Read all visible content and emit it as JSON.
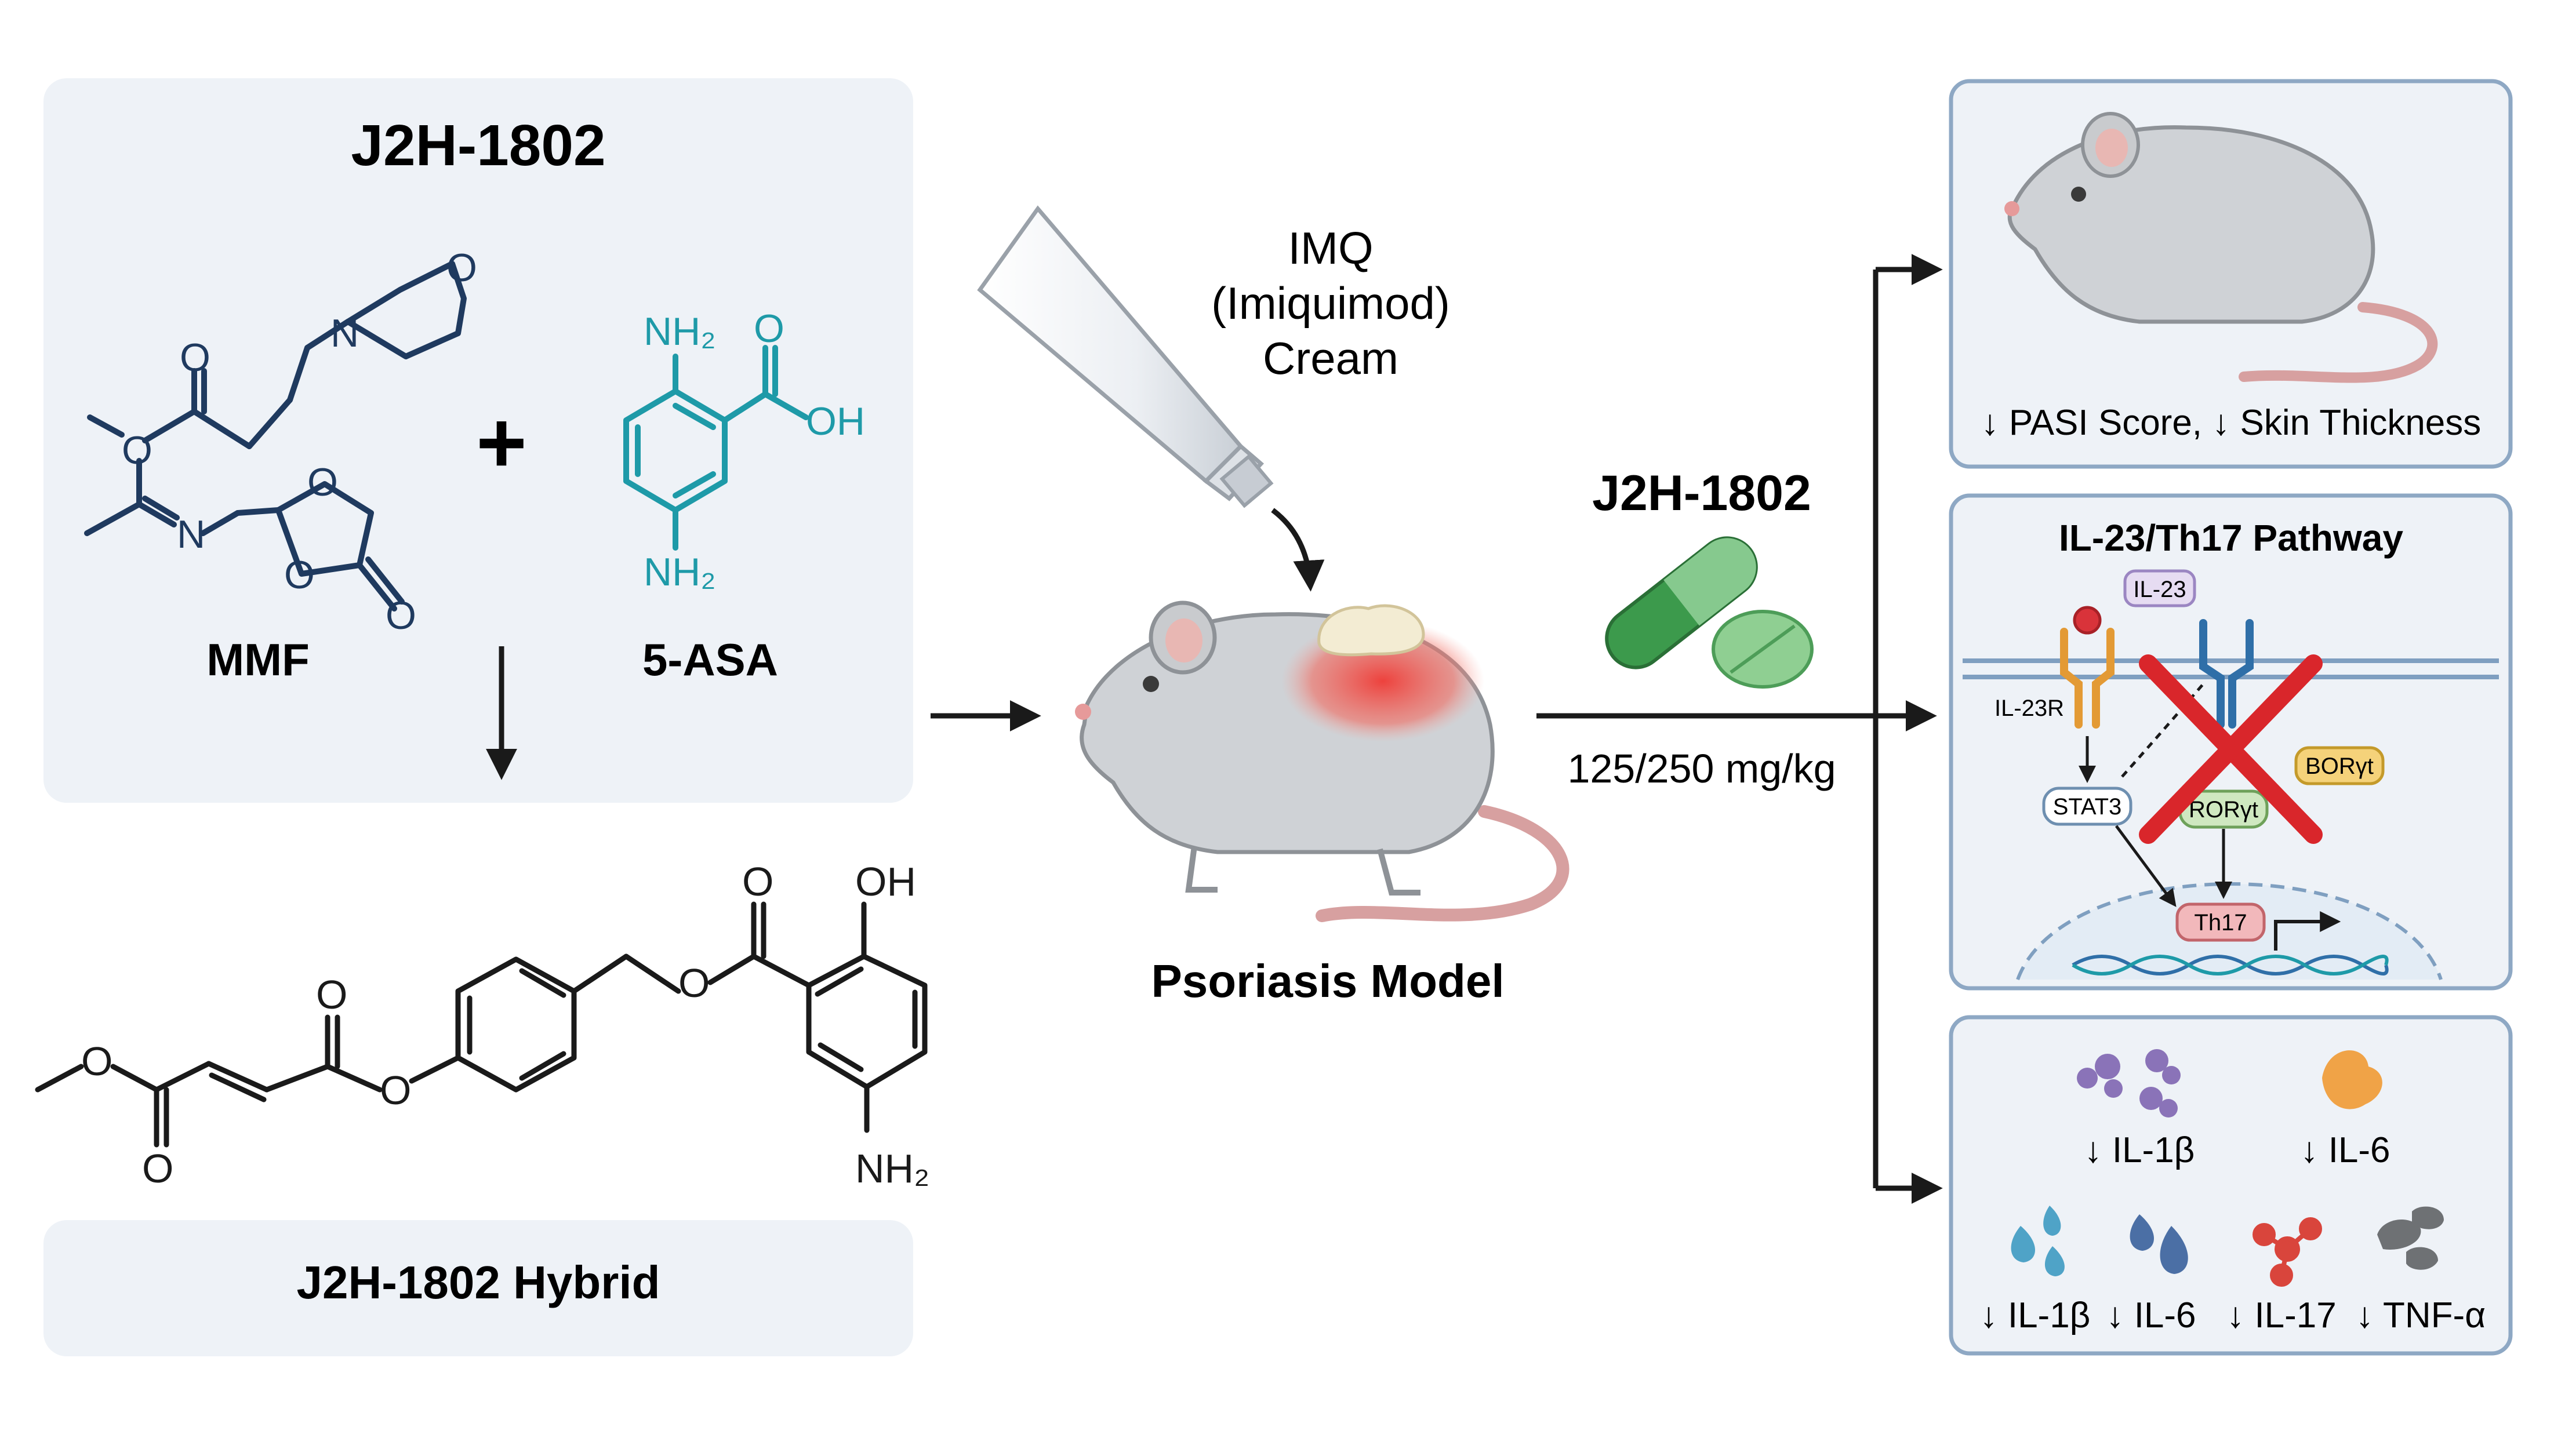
{
  "left_panel": {
    "title": "J2H-1802",
    "mmf_label": "MMF",
    "asa_label": "5-ASA",
    "hybrid_label": "J2H-1802 Hybrid",
    "atoms": {
      "o": "O",
      "n": "N",
      "oh": "OH",
      "nh2": "NH₂"
    }
  },
  "center": {
    "cream_line1": "IMQ",
    "cream_line2": "(Imiquimod)",
    "cream_line3": "Cream",
    "model_label": "Psoriasis Model"
  },
  "treatment": {
    "drug_label": "J2H-1802",
    "dose_label": "125/250 mg/kg"
  },
  "outcomes": {
    "box1_text": "↓ PASI Score, ↓ Skin Thickness",
    "pathway": {
      "title": "IL-23/Th17 Pathway",
      "il23": "IL-23",
      "il23r": "IL-23R",
      "stat3": "STAT3",
      "ror_center": "RORγt",
      "ror_right": "BORγt",
      "th17": "Th17"
    },
    "cytokines": {
      "row1": [
        "↓ IL-1β",
        "↓ IL-6"
      ],
      "row2": [
        "↓ IL-1β",
        "↓ IL-6",
        "↓ IL-17",
        "↓ TNF-α"
      ]
    }
  },
  "colors": {
    "panel_bg": "#eef2f7",
    "box_border": "#8ea8c4",
    "navy": "#1f3a5f",
    "teal": "#1e9aa8",
    "inflamed": "#e8453c",
    "cross": "#d9262b",
    "pill_green": "#3c9a4c"
  }
}
